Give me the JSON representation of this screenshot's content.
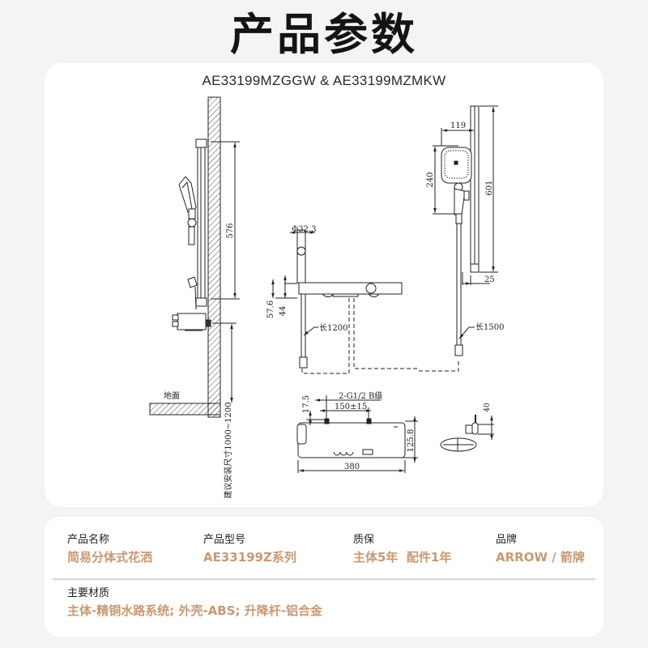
{
  "page": {
    "title": "产品参数",
    "models": "AE33199MZGGW & AE33199MZMKW"
  },
  "diagram": {
    "side_view": {
      "dim_bar_height": "576",
      "floor_label": "地面",
      "install_height_note": "建议安装尺寸1000~1200"
    },
    "front_view": {
      "dim_diameter": "Φ32.3",
      "dim_height_a": "57.6",
      "dim_height_b": "44",
      "hose_length": "长1200"
    },
    "handshower_view": {
      "dim_head_width": "119",
      "dim_head_height": "240",
      "dim_bar_length": "601",
      "dim_bar_offset": "25",
      "hose_length": "长1500"
    },
    "valve_view": {
      "dim_inlet": "2-G1/2 B级",
      "dim_spacing": "150±15",
      "dim_offset": "17.5",
      "dim_height": "125.8",
      "dim_width": "380"
    },
    "holder_view": {
      "dim_height": "40"
    }
  },
  "specs": {
    "items": [
      {
        "label": "产品名称",
        "value": "简易分体式花洒"
      },
      {
        "label": "产品型号",
        "value": "AE33199Z系列"
      },
      {
        "label": "质保",
        "value": "主体5年  配件1年"
      },
      {
        "label": "品牌",
        "value": "ARROW / 箭牌"
      }
    ],
    "material": {
      "label": "主要材质",
      "value": "主体-精铜水路系统; 外壳-ABS; 升降杆-铝合金"
    }
  },
  "colors": {
    "accent": "#c99872",
    "title": "#141414",
    "background": "#f6f4f2",
    "card": "#ffffff"
  }
}
